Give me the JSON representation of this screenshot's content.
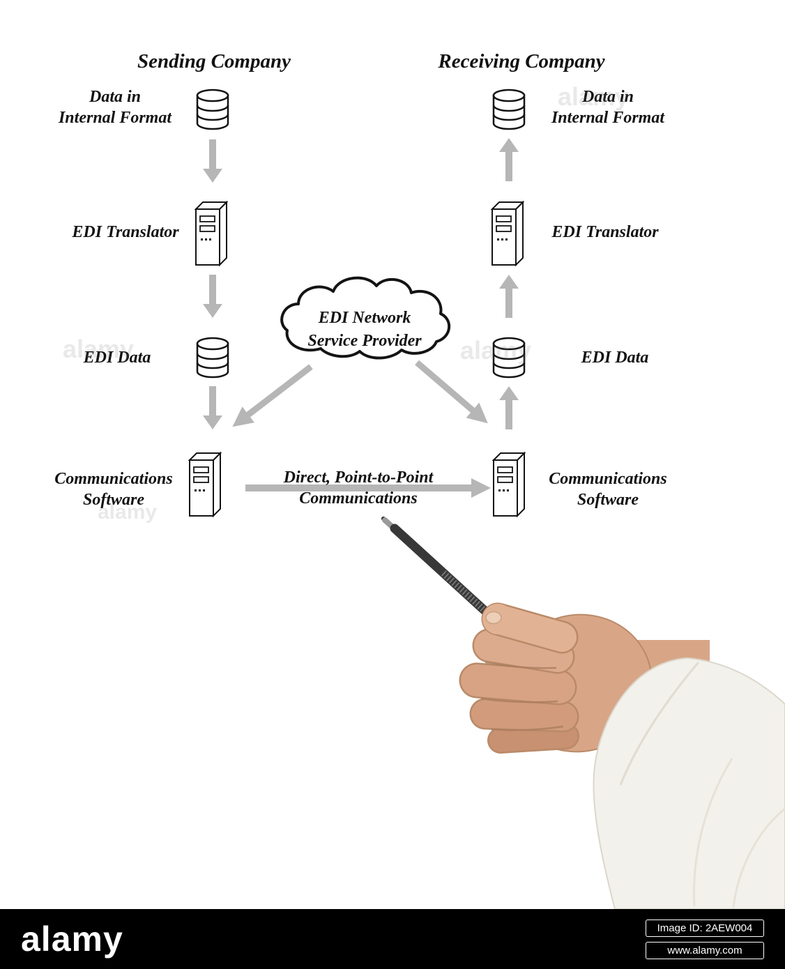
{
  "diagram": {
    "sending": {
      "title": "Sending Company",
      "data_internal": "Data in\nInternal Format",
      "edi_translator": "EDI Translator",
      "edi_data": "EDI Data",
      "comm_software": "Communications\nSoftware"
    },
    "receiving": {
      "title": "Receiving Company",
      "data_internal": "Data in\nInternal Format",
      "edi_translator": "EDI Translator",
      "edi_data": "EDI Data",
      "comm_software": "Communications\nSoftware"
    },
    "cloud_label": "EDI Network\nService Provider",
    "direct_label": "Direct, Point-to-Point\nCommunications"
  },
  "watermark": "alamy",
  "footer": {
    "brand": "alamy",
    "image_id": "Image ID: 2AEW004",
    "url": "www.alamy.com"
  },
  "colors": {
    "arrow": "#b6b6b6",
    "outline": "#141414",
    "skin": "#d8a687",
    "skin_hi": "#e2b294",
    "skin_sh": "#b98a68",
    "sleeve": "#f3f1eb",
    "footer_bg": "#000000",
    "footer_text": "#ffffff"
  }
}
